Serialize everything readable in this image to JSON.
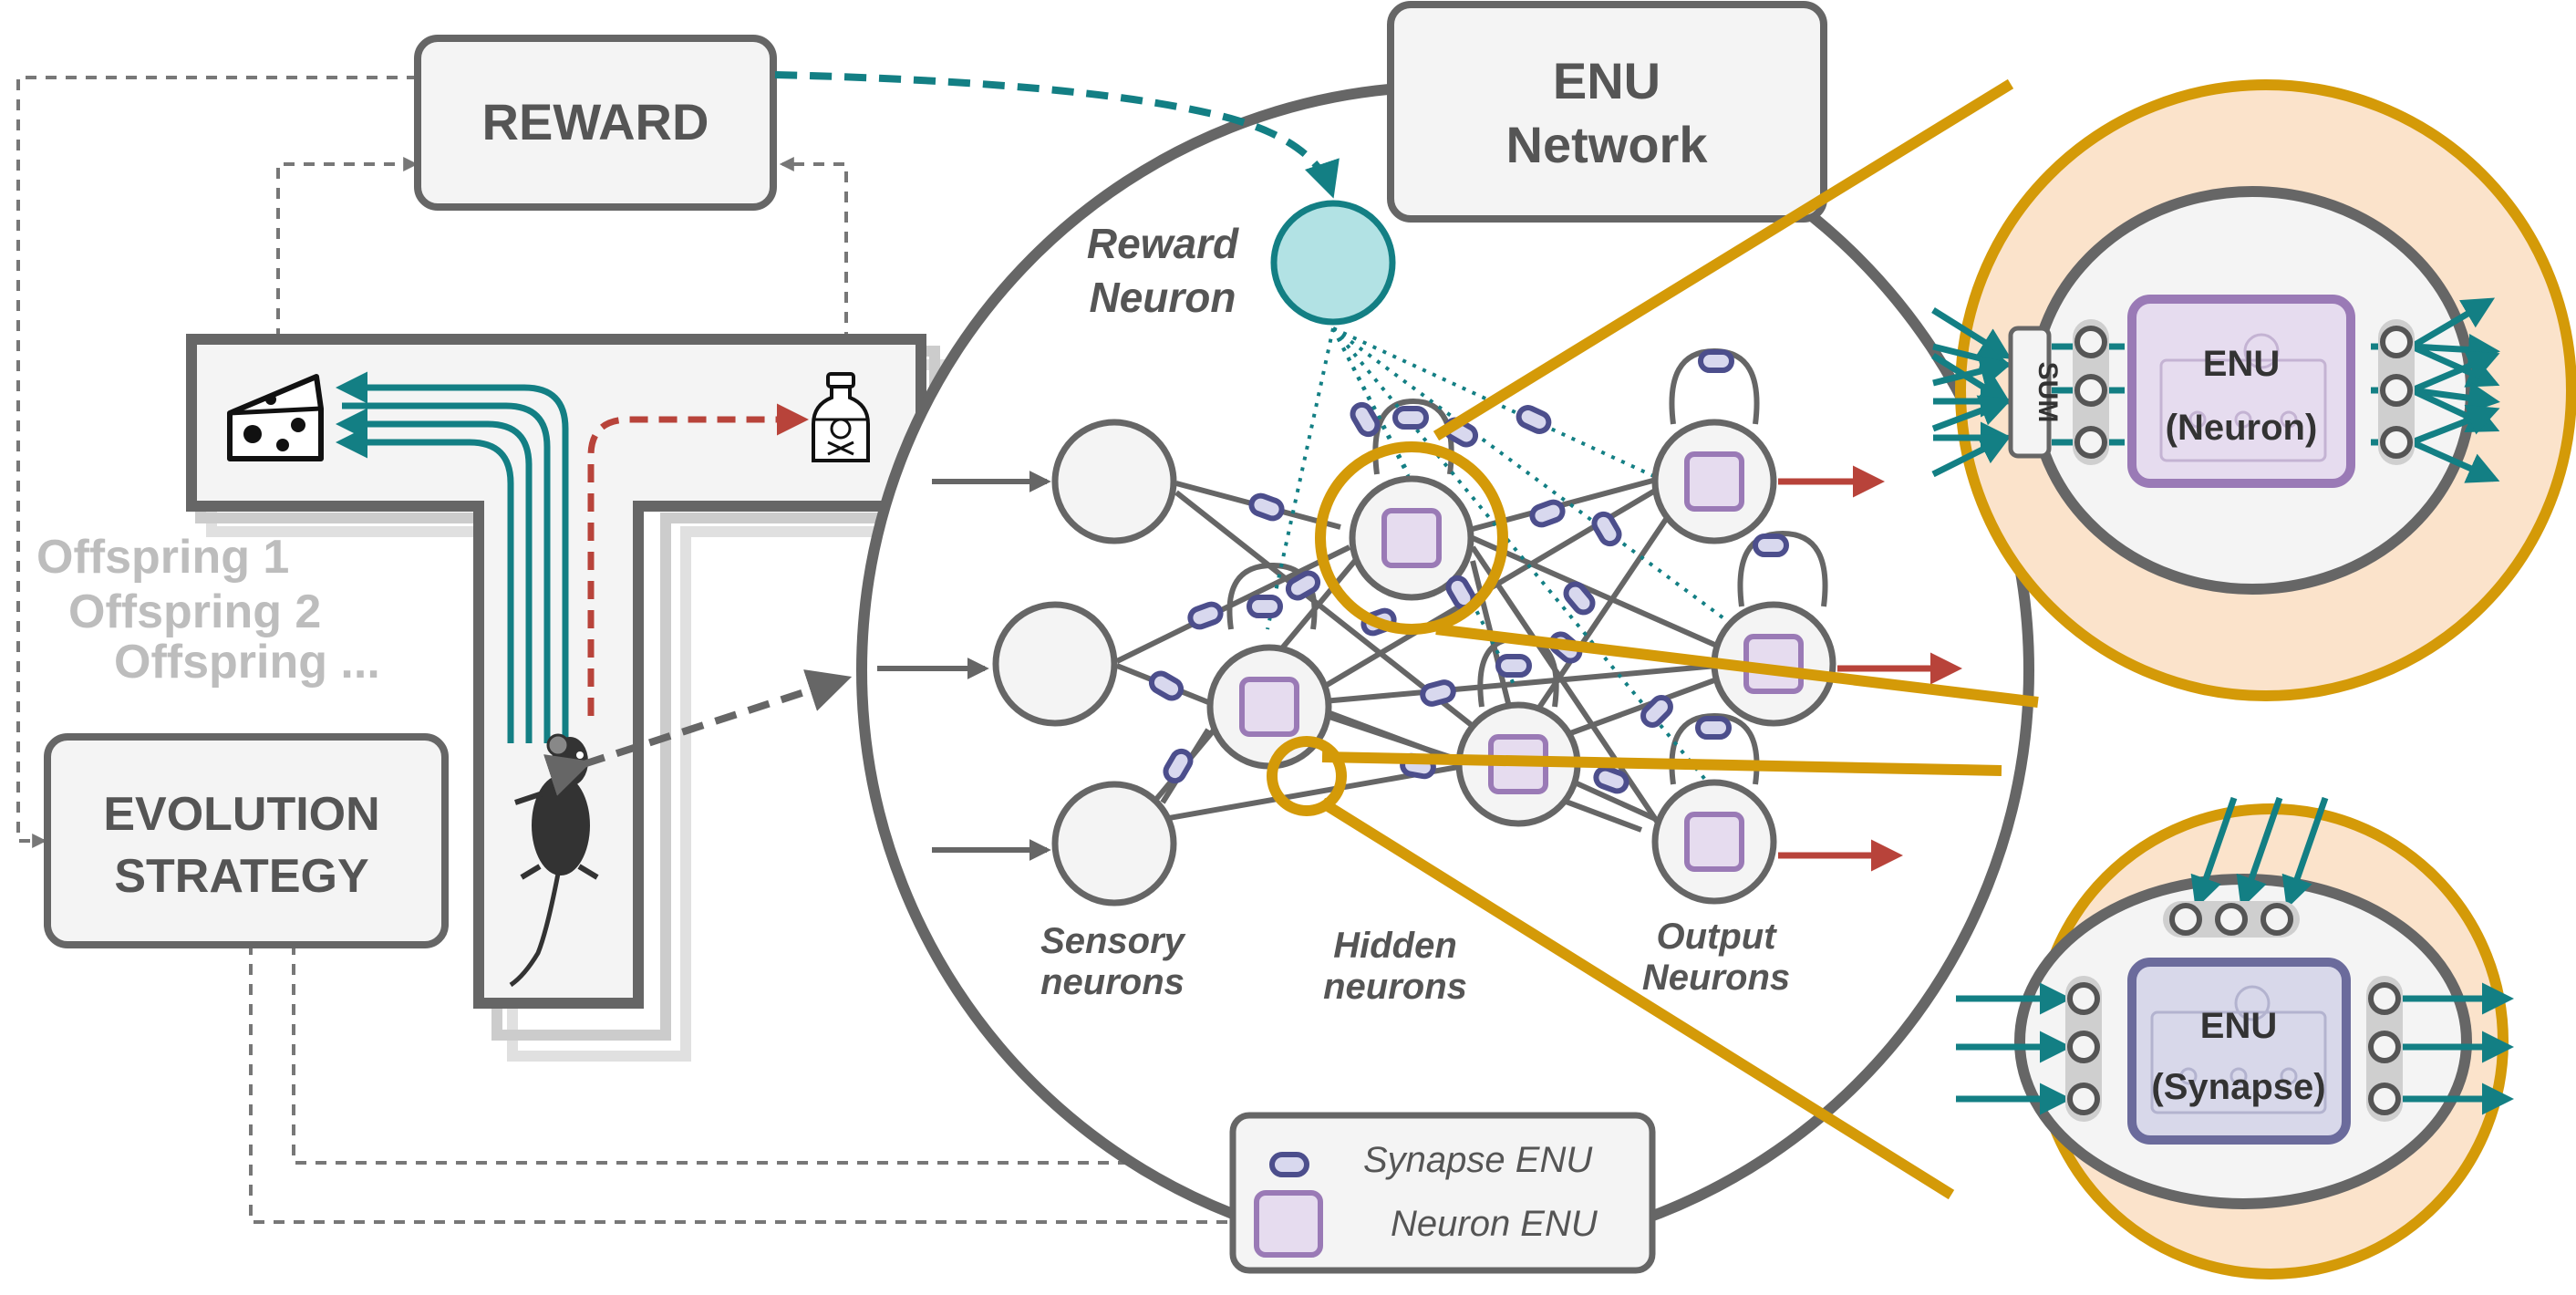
{
  "reward": {
    "label": "REWARD"
  },
  "evolution": {
    "line1": "EVOLUTION",
    "line2": "STRATEGY"
  },
  "offspring": [
    "Offspring 1",
    "Offspring 2",
    "Offspring ..."
  ],
  "network": {
    "title_line1": "ENU",
    "title_line2": "Network",
    "reward_neuron_line1": "Reward",
    "reward_neuron_line2": "Neuron",
    "sensory_line1": "Sensory",
    "sensory_line2": "neurons",
    "hidden_line1": "Hidden",
    "hidden_line2": "neurons",
    "output_line1": "Output",
    "output_line2": "Neurons"
  },
  "legend": {
    "synapse": "Synapse ENU",
    "neuron": "Neuron ENU"
  },
  "neuron_zoom": {
    "sum_label": "SUM",
    "line1": "ENU",
    "line2": "(Neuron)"
  },
  "synapse_zoom": {
    "line1": "ENU",
    "line2": "(Synapse)"
  },
  "colors": {
    "gray": "#666666",
    "teal": "#137f84",
    "teal_light": "#b2e2e4",
    "purple": "#9a7ab6",
    "purple_fill": "#e6dcef",
    "gold": "#d49a08",
    "peach": "#fbe3cb",
    "red": "#b8433a",
    "synapse_blue": "#4c4e8c"
  },
  "icons": [
    "cheese-icon",
    "poison-bottle-icon",
    "mouse-icon"
  ]
}
